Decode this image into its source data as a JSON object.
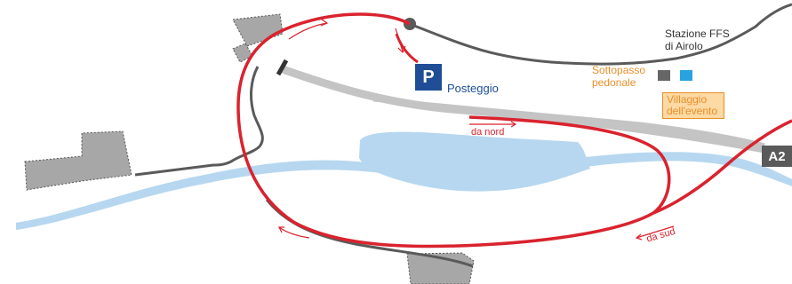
{
  "labels": {
    "station": [
      "Stazione FFS",
      "di Airolo"
    ],
    "underpass": [
      "Sottopasso",
      "pedonale"
    ],
    "village": [
      "Villaggio",
      "dell'evento"
    ],
    "parking_symbol": "P",
    "parking_label": "Posteggio",
    "from_north": "da nord",
    "from_south": "da sud",
    "motorway": "A2"
  },
  "colors": {
    "route": "#d9232e",
    "road": "#5a5a5a",
    "railway": "#c4c4c4",
    "water": "#b6d7ef",
    "building": "#a7a7a7",
    "parking": "#1f4e96",
    "event": "#e8902c",
    "event_fill": "#fdd9a3",
    "station_access": "#29a3e0"
  },
  "icons": [
    "parking-icon",
    "motorway-shield-icon",
    "direction-arrow-icon",
    "junction-dot-icon",
    "tunnel-portal-icon"
  ]
}
